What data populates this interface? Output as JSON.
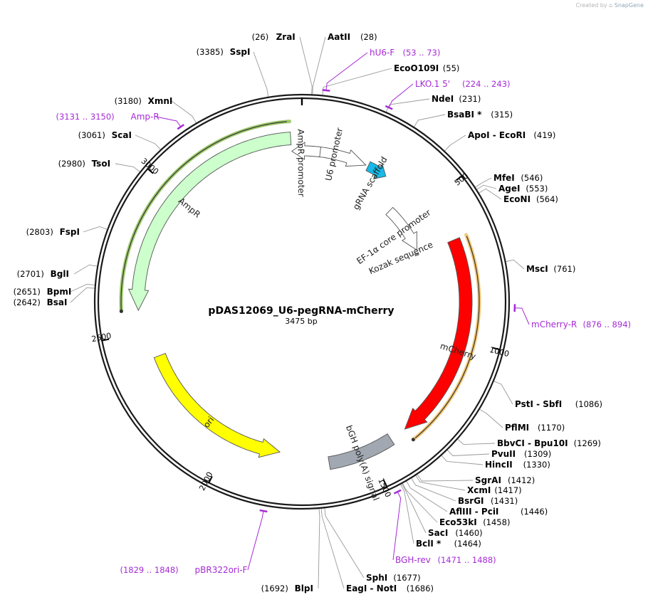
{
  "credit": {
    "prefix": "Created by",
    "brand": "SnapGene"
  },
  "map": {
    "title": "pDAS12069_U6-pegRNA-mCherry",
    "length_label": "3475 bp",
    "total_bp": 3475,
    "tick_labels": [
      "500",
      "1000",
      "1500",
      "2000",
      "2500",
      "3000"
    ]
  },
  "features": [
    {
      "name": "U6 promoter",
      "start": 2,
      "end": 242,
      "strand": 1,
      "color": "#ffffff",
      "label": "U6 promoter"
    },
    {
      "name": "gRNA scaffold",
      "start": 251,
      "end": 326,
      "strand": 1,
      "color": "#17b9e8",
      "label": "gRNA scaffold"
    },
    {
      "name": "EF-1a core promoter",
      "start": 424,
      "end": 635,
      "strand": 1,
      "color": "#ffffff",
      "label": "EF-1α core promoter"
    },
    {
      "name": "Kozak sequence",
      "start": 648,
      "end": 657,
      "strand": 0,
      "color": "#999999",
      "label": "Kozak sequence"
    },
    {
      "name": "mCherry",
      "start": 655,
      "end": 1362,
      "strand": 1,
      "color": "#ff0000",
      "label": "mCherry"
    },
    {
      "name": "bGH poly(A) signal",
      "start": 1420,
      "end": 1645,
      "strand": 0,
      "color": "#a2a8b1",
      "label": "bGH poly(A) signal"
    },
    {
      "name": "ori",
      "start": 1818,
      "end": 2406,
      "strand": -1,
      "color": "#ffff00",
      "label": "ori"
    },
    {
      "name": "AmpR",
      "start": 2577,
      "end": 3437,
      "strand": -1,
      "color": "#ccffcc",
      "label": "AmpR"
    },
    {
      "name": "AmpR promoter",
      "start": 3438,
      "end": 3542,
      "strand": -1,
      "color": "#ffffff",
      "label": "AmpR promoter"
    }
  ],
  "orf_arcs": [
    {
      "name": "mCherry ORF",
      "start": 655,
      "end": 1362,
      "strand": 1,
      "color": "#f0b64a"
    },
    {
      "name": "AmpR ORF",
      "start": 2577,
      "end": 3437,
      "strand": -1,
      "color": "#7fba3c"
    }
  ],
  "primers": [
    {
      "name": "hU6-F",
      "range": "(53 .. 73)",
      "mid": 63
    },
    {
      "name": "LKO.1 5'",
      "range": "(224 .. 243)",
      "mid": 233
    },
    {
      "name": "mCherry-R",
      "range": "(876 .. 894)",
      "mid": 885
    },
    {
      "name": "BGH-rev",
      "range": "(1471 .. 1488)",
      "mid": 1480
    },
    {
      "name": "pBR322ori-F",
      "range": "(1829 .. 1848)",
      "mid": 1838
    },
    {
      "name": "Amp-R",
      "range": "(3131 .. 3150)",
      "mid": 3140
    }
  ],
  "sites": [
    {
      "name": "ZraI",
      "pos_text": "(26)",
      "pos": 26
    },
    {
      "name": "AatII",
      "pos_text": "(28)",
      "pos": 28
    },
    {
      "name": "EcoO109I",
      "pos_text": "(55)",
      "pos": 55
    },
    {
      "name": "NdeI",
      "pos_text": "(231)",
      "pos": 231
    },
    {
      "name": "BsaBI *",
      "pos_text": "(315)",
      "pos": 315
    },
    {
      "name": "ApoI - EcoRI",
      "pos_text": "(419)",
      "pos": 419
    },
    {
      "name": "MfeI",
      "pos_text": "(546)",
      "pos": 546
    },
    {
      "name": "AgeI",
      "pos_text": "(553)",
      "pos": 553
    },
    {
      "name": "EcoNI",
      "pos_text": "(564)",
      "pos": 564
    },
    {
      "name": "MscI",
      "pos_text": "(761)",
      "pos": 761
    },
    {
      "name": "PstI - SbfI",
      "pos_text": "(1086)",
      "pos": 1086
    },
    {
      "name": "PflMI",
      "pos_text": "(1170)",
      "pos": 1170
    },
    {
      "name": "BbvCI - Bpu10I",
      "pos_text": "(1269)",
      "pos": 1269
    },
    {
      "name": "PvuII",
      "pos_text": "(1309)",
      "pos": 1309
    },
    {
      "name": "HincII",
      "pos_text": "(1330)",
      "pos": 1330
    },
    {
      "name": "SgrAI",
      "pos_text": "(1412)",
      "pos": 1412
    },
    {
      "name": "XcmI",
      "pos_text": "(1417)",
      "pos": 1417
    },
    {
      "name": "BsrGI",
      "pos_text": "(1431)",
      "pos": 1431
    },
    {
      "name": "AflIII - PciI",
      "pos_text": "(1446)",
      "pos": 1446
    },
    {
      "name": "Eco53kI",
      "pos_text": "(1458)",
      "pos": 1458
    },
    {
      "name": "SacI",
      "pos_text": "(1460)",
      "pos": 1460
    },
    {
      "name": "BclI *",
      "pos_text": "(1464)",
      "pos": 1464
    },
    {
      "name": "SphI",
      "pos_text": "(1677)",
      "pos": 1677
    },
    {
      "name": "EagI - NotI",
      "pos_text": "(1686)",
      "pos": 1686
    },
    {
      "name": "BlpI",
      "pos_text": "(1692)",
      "pos": 1692
    },
    {
      "name": "BsaI",
      "pos_text": "(2642)",
      "pos": 2642
    },
    {
      "name": "BpmI",
      "pos_text": "(2651)",
      "pos": 2651
    },
    {
      "name": "BglI",
      "pos_text": "(2701)",
      "pos": 2701
    },
    {
      "name": "FspI",
      "pos_text": "(2803)",
      "pos": 2803
    },
    {
      "name": "TsoI",
      "pos_text": "(2980)",
      "pos": 2980
    },
    {
      "name": "ScaI",
      "pos_text": "(3061)",
      "pos": 3061
    },
    {
      "name": "XmnI",
      "pos_text": "(3180)",
      "pos": 3180
    },
    {
      "name": "SspI",
      "pos_text": "(3385)",
      "pos": 3385
    }
  ]
}
